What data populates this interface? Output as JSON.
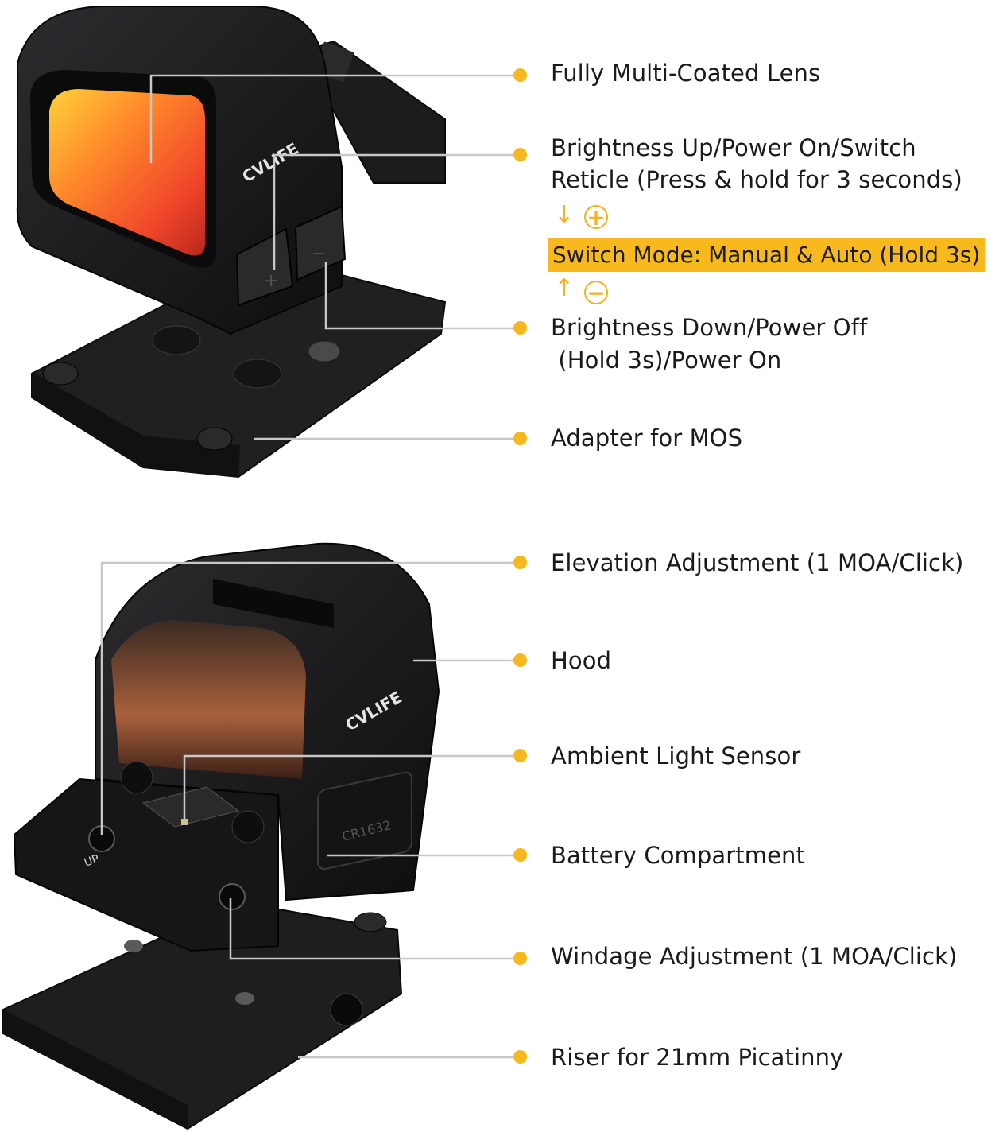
{
  "upper_labels": {
    "lens": "Fully Multi-Coated Lens",
    "brightness_up_line1": "Brightness Up/Power On/Switch",
    "brightness_up_line2": "Reticle (Press & hold for 3 seconds)",
    "mode": "Switch Mode: Manual & Auto (Hold 3s)",
    "brightness_down_line1": "Brightness Down/Power Off",
    "brightness_down_line2": " (Hold 3s)/Power On",
    "adapter": "Adapter for MOS"
  },
  "lower_labels": {
    "elevation": "Elevation Adjustment (1 MOA/Click)",
    "hood": "Hood",
    "sensor": "Ambient Light Sensor",
    "battery": "Battery Compartment",
    "windage": "Windage Adjustment (1 MOA/Click)",
    "riser": "Riser for 21mm Picatinny"
  },
  "button_symbols": {
    "plus": "+",
    "minus": "−"
  },
  "product_markings": {
    "brand_upper": "CVLIFE",
    "brand_lower": "CVLIFE",
    "battery_text": "CR1632",
    "dial_text": "UP"
  },
  "colors": {
    "accent_yellow": "#f7b81e",
    "leader_line": "#c8c8c8",
    "body_black": "#1b1b1d",
    "lens_orange": "#f2672a"
  }
}
